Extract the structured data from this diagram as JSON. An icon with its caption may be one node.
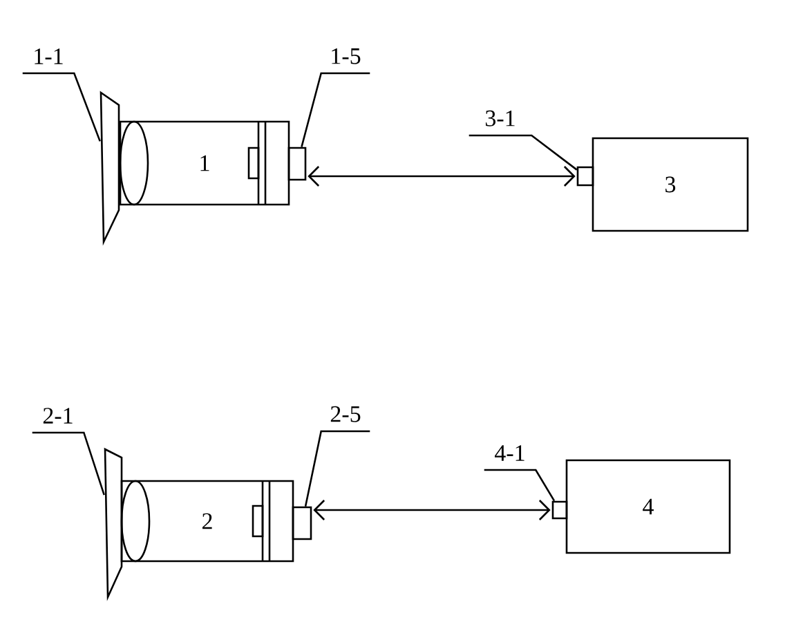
{
  "diagram": {
    "nodes": [
      {
        "text": [
          "1-1"
        ]
      },
      {
        "text": [],
        "shape": "box"
      },
      {
        "text": [
          "1"
        ]
      },
      {
        "text": [
          "1-5"
        ]
      },
      {
        "text": [],
        "shape": "box"
      },
      {
        "text": [
          "3-1"
        ]
      },
      {
        "text": [],
        "shape": "box"
      },
      {
        "text": [
          "3"
        ]
      },
      {
        "text": [
          "2-1"
        ]
      },
      {
        "text": [],
        "shape": "box"
      },
      {
        "text": [
          "2"
        ]
      },
      {
        "text": [
          "2-5"
        ]
      },
      {
        "text": [],
        "shape": "box"
      },
      {
        "text": [
          "4-1"
        ]
      },
      {
        "text": [],
        "shape": "box"
      },
      {
        "text": [
          "4"
        ]
      }
    ],
    "edges": [
      {
        "from": 0,
        "to": 1,
        "arrow": "none"
      },
      {
        "from": 3,
        "to": 4,
        "arrow": "none"
      },
      {
        "from": 5,
        "to": 6,
        "arrow": "none"
      },
      {
        "from": 4,
        "to": 6,
        "arrow": "both"
      },
      {
        "from": 8,
        "to": 9,
        "arrow": "none"
      },
      {
        "from": 11,
        "to": 12,
        "arrow": "none"
      },
      {
        "from": 13,
        "to": 14,
        "arrow": "none"
      },
      {
        "from": 12,
        "to": 14,
        "arrow": "both"
      }
    ]
  }
}
